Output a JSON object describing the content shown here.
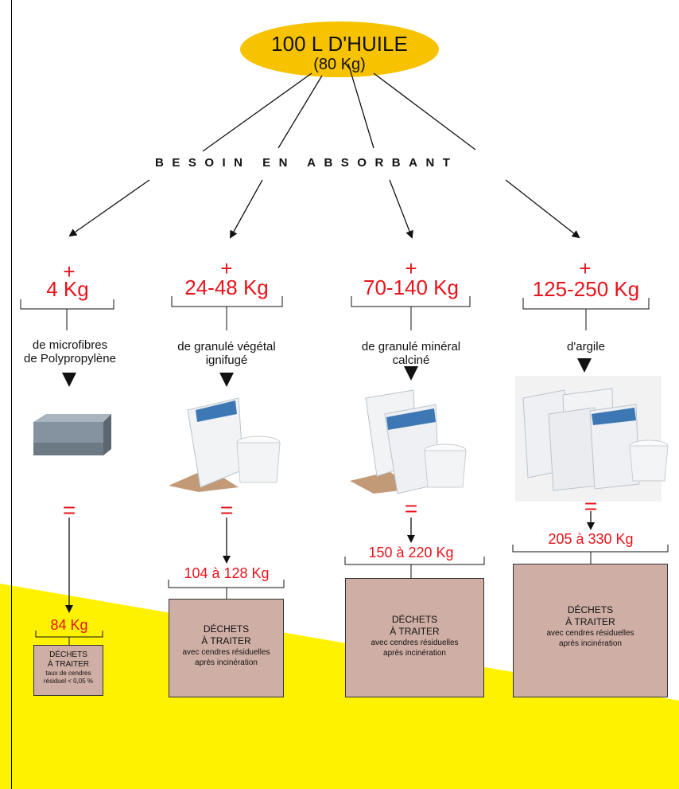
{
  "title": {
    "line1": "100 L D'HUILE",
    "line2": "(80 Kg)"
  },
  "need_label": "BESOIN EN ABSORBANT",
  "colors": {
    "accent": "#e8131b",
    "ellipse": "#f7c300",
    "yellow": "#fff200",
    "box": "#cfaea5"
  },
  "columns": [
    {
      "plus": "+",
      "amount": "4 Kg",
      "desc1": "de microfibres",
      "desc2": "de Polypropylène",
      "equals": "=",
      "result": "84 Kg",
      "box_title1": "DÉCHETS",
      "box_title2": "À TRAITER",
      "box_sub1": "taux de cendres",
      "box_sub2": "résiduel < 0,05 %",
      "image": "microfibre-pads-image"
    },
    {
      "plus": "+",
      "amount": "24-48 Kg",
      "desc1": "de granulé végétal",
      "desc2": "ignifugé",
      "equals": "=",
      "result": "104 à 128 Kg",
      "box_title1": "DÉCHETS",
      "box_title2": "À TRAITER",
      "box_sub1": "avec cendres résiduelles",
      "box_sub2": "après incinération",
      "image": "absorbent-bag-bucket-image"
    },
    {
      "plus": "+",
      "amount": "70-140 Kg",
      "desc1": "de granulé minéral",
      "desc2": "calciné",
      "equals": "=",
      "result": "150 à 220 Kg",
      "box_title1": "DÉCHETS",
      "box_title2": "À TRAITER",
      "box_sub1": "avec cendres résiduelles",
      "box_sub2": "après incinération",
      "image": "absorbent-bags-bucket-image"
    },
    {
      "plus": "+",
      "amount": "125-250 Kg",
      "desc1": "d'argile",
      "desc2": "",
      "equals": "=",
      "result": "205 à 330 Kg",
      "box_title1": "DÉCHETS",
      "box_title2": "À TRAITER",
      "box_sub1": "avec cendres résiduelles",
      "box_sub2": "après incinération",
      "image": "clay-bags-bucket-image"
    }
  ]
}
